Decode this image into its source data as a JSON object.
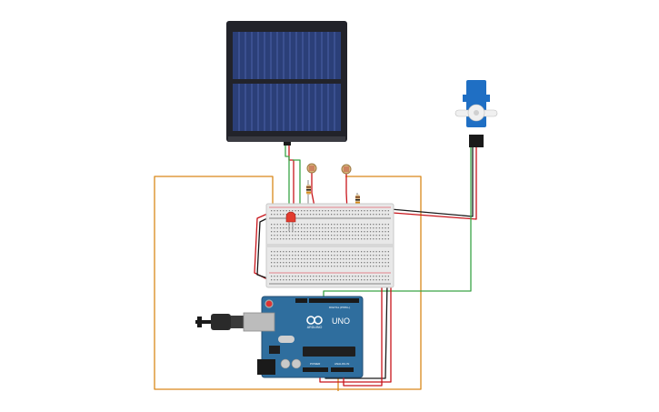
{
  "arduino": {
    "brand_text": "ARDUINO",
    "model_text": "UNO",
    "header_digital_text": "DIGITAL (PWM~)",
    "header_power_text": "POWER",
    "header_analog_text": "ANALOG IN",
    "logo_icon": "infinity-logo-icon"
  },
  "colors": {
    "wire_orange": "#d9881a",
    "wire_green": "#3aa346",
    "wire_red": "#c8151b",
    "wire_black": "#1a1a1a",
    "arduino_blue": "#2f6e9e",
    "solar_dark": "#22232a",
    "solar_cell": "#2b3f78",
    "breadboard": "#e8e8e8",
    "servo_blue": "#1f6fc4"
  }
}
